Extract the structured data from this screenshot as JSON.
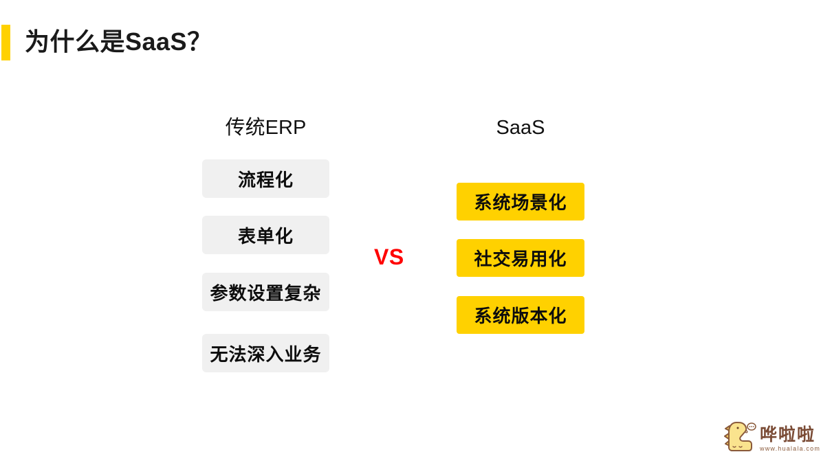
{
  "slide": {
    "title": "为什么是SaaS？"
  },
  "comparison": {
    "left": {
      "header": "传统ERP",
      "items": [
        "流程化",
        "表单化",
        "参数设置复杂",
        "无法深入业务"
      ]
    },
    "vs_label": "VS",
    "right": {
      "header": "SaaS",
      "items": [
        "系统场景化",
        "社交易用化",
        "系统版本化"
      ]
    }
  },
  "logo": {
    "brand": "哗啦啦",
    "url": "www.hualala.com",
    "mascot": "hualala-dino-mascot-icon"
  },
  "colors": {
    "accent_yellow": "#FFD100",
    "item_gray": "#F0F0F0",
    "vs_red": "#FF0000",
    "logo_brown": "#7A4B35",
    "text_black": "#111111"
  }
}
